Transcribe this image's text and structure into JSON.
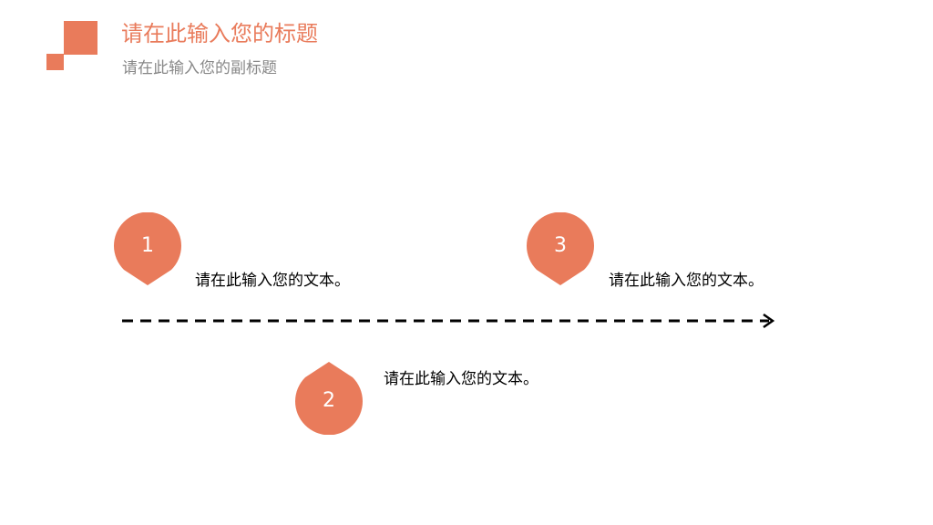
{
  "header": {
    "title": "请在此输入您的标题",
    "subtitle": "请在此输入您的副标题"
  },
  "steps": [
    {
      "number": "1",
      "text": "请在此输入您的文本。"
    },
    {
      "number": "2",
      "text": "请在此输入您的文本。"
    },
    {
      "number": "3",
      "text": "请在此输入您的文本。"
    }
  ],
  "timeline": {
    "arrow_icon": "arrow-right-icon",
    "line_style": "dashed"
  },
  "colors": {
    "accent": "#E97B5B",
    "title": "#E97B5B",
    "subtitle": "#888888",
    "body_text": "#000000",
    "line": "#000000"
  }
}
